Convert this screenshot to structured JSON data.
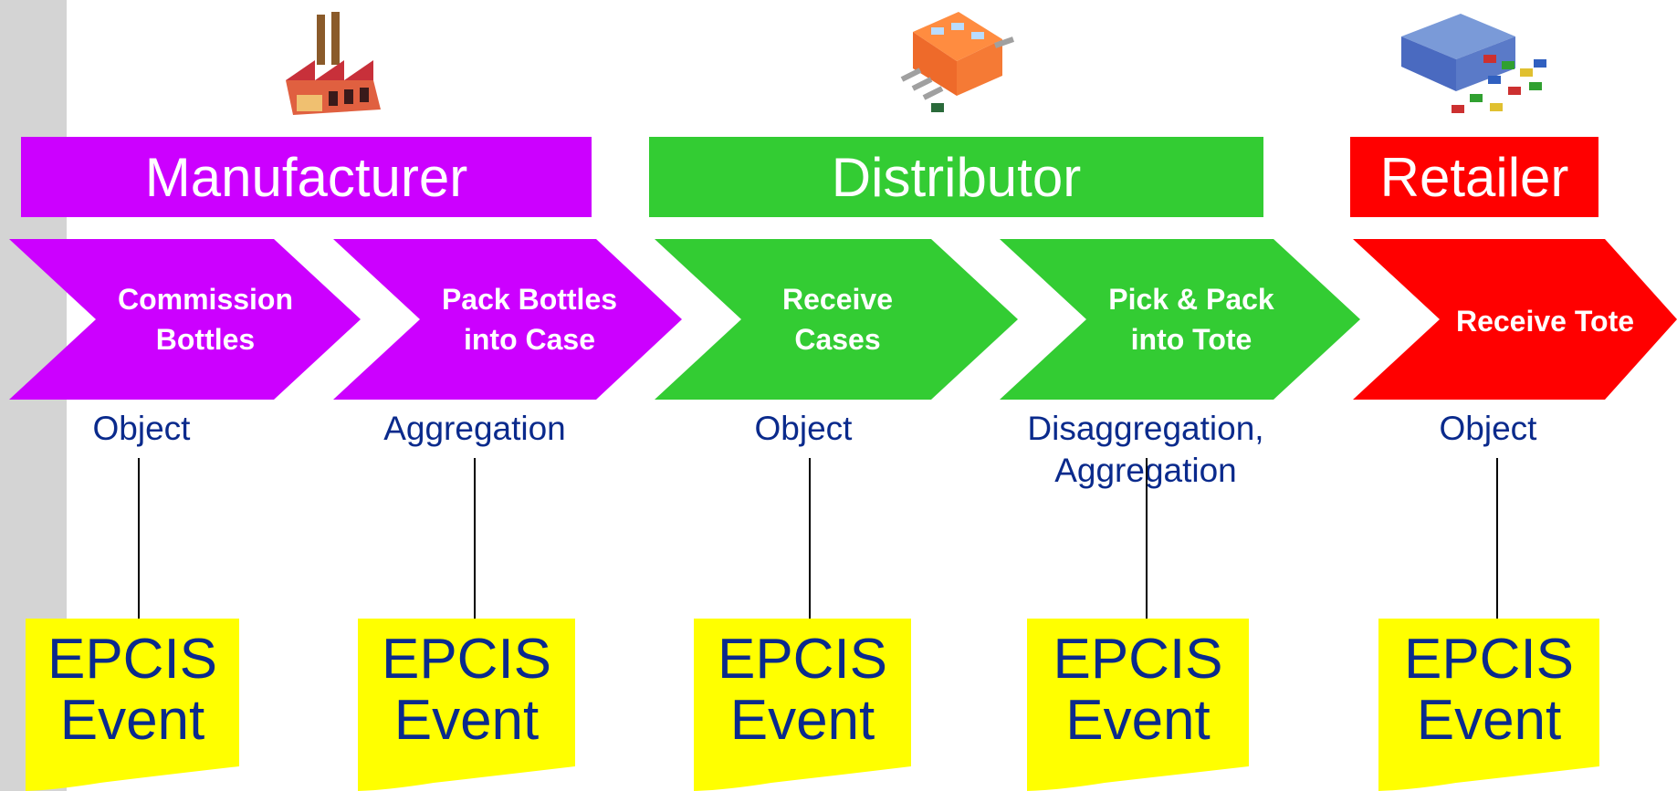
{
  "colors": {
    "manufacturer": "#cc00ff",
    "distributor": "#33cc33",
    "retailer": "#ff0000",
    "event_note": "#ffff00",
    "label_text": "#0a2a8c"
  },
  "roles": [
    {
      "label": "Manufacturer",
      "icon": "factory-icon"
    },
    {
      "label": "Distributor",
      "icon": "warehouse-icon"
    },
    {
      "label": "Retailer",
      "icon": "retail-store-icon"
    }
  ],
  "steps": [
    {
      "line1": "Commission",
      "line2": "Bottles",
      "type_line1": "Object",
      "type_line2": "",
      "event_line1": "EPCIS",
      "event_line2": "Event"
    },
    {
      "line1": "Pack Bottles",
      "line2": "into Case",
      "type_line1": "Aggregation",
      "type_line2": "",
      "event_line1": "EPCIS",
      "event_line2": "Event"
    },
    {
      "line1": "Receive",
      "line2": "Cases",
      "type_line1": "Object",
      "type_line2": "",
      "event_line1": "EPCIS",
      "event_line2": "Event"
    },
    {
      "line1": "Pick & Pack",
      "line2": "into Tote",
      "type_line1": "Disaggregation,",
      "type_line2": "Aggregation",
      "event_line1": "EPCIS",
      "event_line2": "Event"
    },
    {
      "line1": "Receive Tote",
      "line2": "",
      "type_line1": "Object",
      "type_line2": "",
      "event_line1": "EPCIS",
      "event_line2": "Event"
    }
  ]
}
